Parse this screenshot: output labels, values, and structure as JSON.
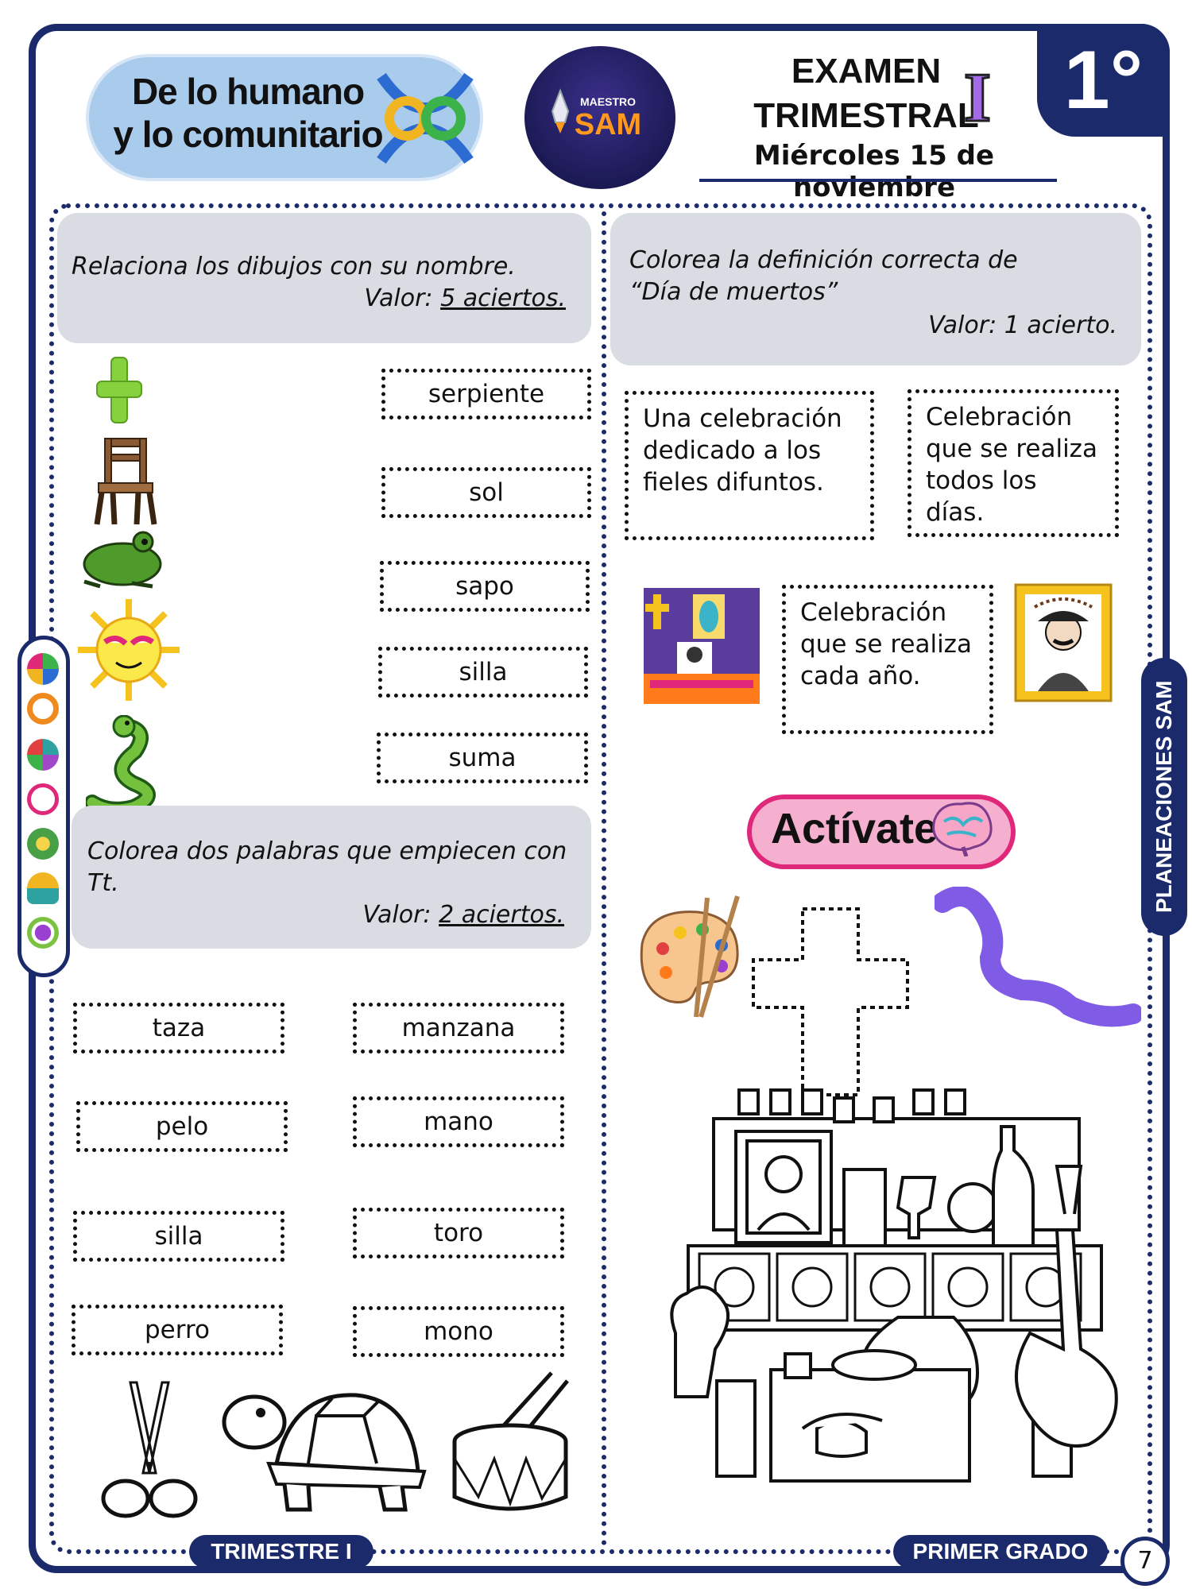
{
  "header": {
    "subject_line1": "De lo humano",
    "subject_line2": "y lo comunitario",
    "logo_small": "MAESTRO",
    "logo_big": "SAM",
    "exam_line1": "EXAMEN",
    "exam_line2": "TRIMESTRAL",
    "exam_roman": "I",
    "grade": "1°",
    "date": "Miércoles 15 de noviembre"
  },
  "section1": {
    "instruction": "Relaciona los dibujos con su nombre.",
    "valor_label": "Valor:",
    "valor_value": "5 aciertos.",
    "pictures": [
      "plus-icon",
      "chair-icon",
      "frog-icon",
      "sun-icon",
      "snake-icon"
    ],
    "words": [
      "serpiente",
      "sol",
      "sapo",
      "silla",
      "suma"
    ]
  },
  "section2": {
    "instruction": "Colorea dos palabras que empiecen con Tt.",
    "valor_label": "Valor:",
    "valor_value": "2 aciertos.",
    "words_left": [
      "taza",
      "pelo",
      "silla",
      "perro"
    ],
    "words_right": [
      "manzana",
      "mano",
      "toro",
      "mono"
    ],
    "pictures": [
      "scissors-icon",
      "turtle-icon",
      "drum-icon"
    ]
  },
  "section3": {
    "instruction_line1": "Colorea la definición correcta de",
    "instruction_line2": "“Día de muertos”",
    "valor": "Valor: 1 acierto.",
    "definitions": [
      "Una celebración dedicado a los fieles difuntos.",
      "Celebración que se realiza todos los días.",
      "Celebración que se realiza cada año."
    ]
  },
  "activate": {
    "label": "Actívate"
  },
  "side_strip": {
    "label": "PLANEACIONES SAM"
  },
  "footer": {
    "left": "TRIMESTRE I",
    "right": "PRIMER GRADO",
    "page": "7"
  },
  "colors": {
    "navy": "#1b2a6b",
    "gray_box": "#d9dce2",
    "pink": "#e0287b",
    "subject_blue": "#a9ccec"
  }
}
